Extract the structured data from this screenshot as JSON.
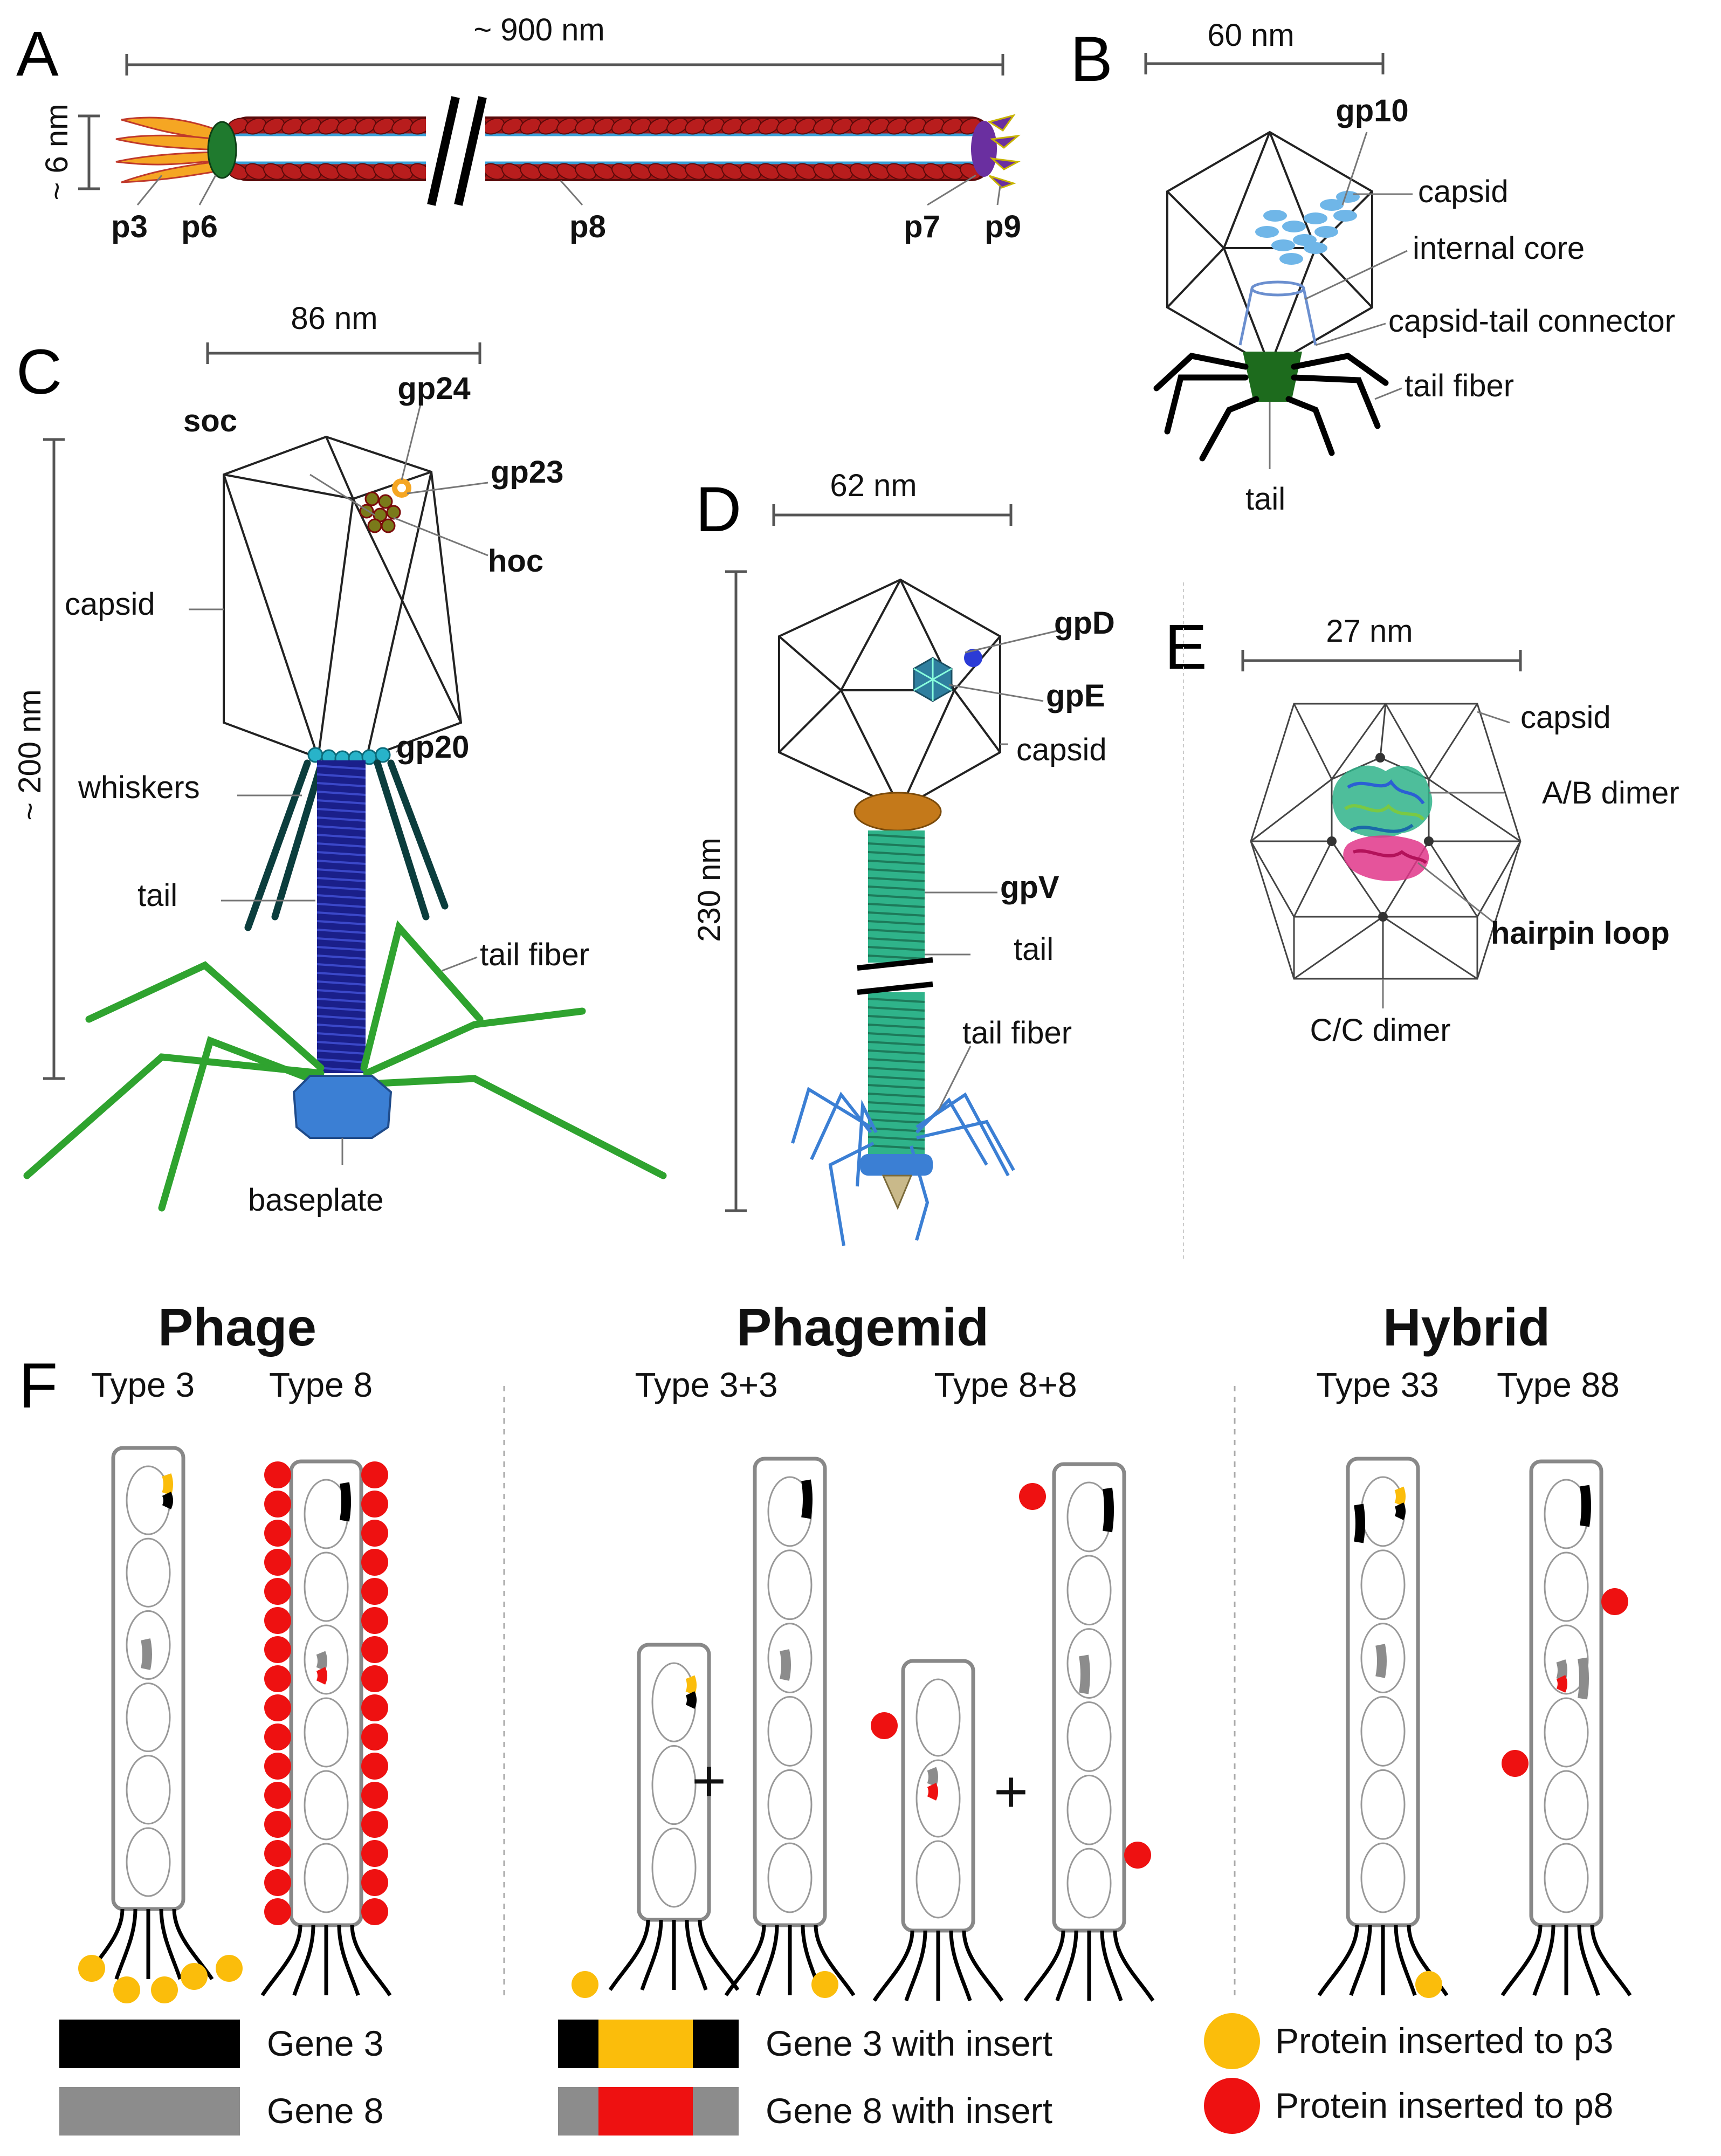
{
  "panels": {
    "a": {
      "letter": "A",
      "length_label": "~ 900 nm",
      "width_label": "~ 6 nm",
      "proteins": [
        "p3",
        "p6",
        "p8",
        "p7",
        "p9"
      ]
    },
    "b": {
      "letter": "B",
      "scale_label": "60 nm",
      "labels": {
        "gp10": "gp10",
        "capsid": "capsid",
        "internal_core": "internal core",
        "connector": "capsid-tail connector",
        "tail_fiber": "tail fiber",
        "tail": "tail"
      }
    },
    "c": {
      "letter": "C",
      "scale_label": "86 nm",
      "height_label": "~ 200 nm",
      "labels": {
        "soc": "soc",
        "gp24": "gp24",
        "gp23": "gp23",
        "hoc": "hoc",
        "capsid": "capsid",
        "gp20": "gp20",
        "whiskers": "whiskers",
        "tail": "tail",
        "tail_fiber": "tail fiber",
        "baseplate": "baseplate"
      }
    },
    "d": {
      "letter": "D",
      "scale_label": "62 nm",
      "height_label": "230 nm",
      "labels": {
        "gpD": "gpD",
        "gpE": "gpE",
        "capsid": "capsid",
        "gpV": "gpV",
        "tail": "tail",
        "tail_fiber": "tail fiber"
      }
    },
    "e": {
      "letter": "E",
      "scale_label": "27 nm",
      "labels": {
        "capsid": "capsid",
        "ab_dimer": "A/B dimer",
        "hairpin": "hairpin loop",
        "cc_dimer": "C/C dimer"
      }
    },
    "f": {
      "letter": "F",
      "groups": [
        {
          "title": "Phage",
          "types": [
            "Type 3",
            "Type 8"
          ]
        },
        {
          "title": "Phagemid",
          "types": [
            "Type 3+3",
            "Type 8+8"
          ]
        },
        {
          "title": "Hybrid",
          "types": [
            "Type 33",
            "Type 88"
          ]
        }
      ],
      "plus": "+",
      "legend": {
        "gene3": "Gene 3",
        "gene8": "Gene 8",
        "gene3_insert": "Gene 3 with insert",
        "gene8_insert": "Gene 8 with insert",
        "p3_protein": "Protein inserted to p3",
        "p8_protein": "Protein inserted to p8"
      }
    }
  },
  "colors": {
    "p8_coat": "#a31515",
    "p3": "#f5a623",
    "p6": "#1f7a2e",
    "p7_p9": "#6a2fa0",
    "capsid_line": "#222222",
    "t7_tail": "#1d6b1d",
    "t4_tail": "#1a1f8a",
    "t4_fiber": "#2fa32f",
    "lambda_tail": "#2fb38a",
    "lambda_fiber": "#3b7fd4",
    "gene_black": "#000000",
    "gene_gray": "#8c8c8c",
    "insert_yellow": "#fbbd0b",
    "insert_red": "#ee1111"
  }
}
